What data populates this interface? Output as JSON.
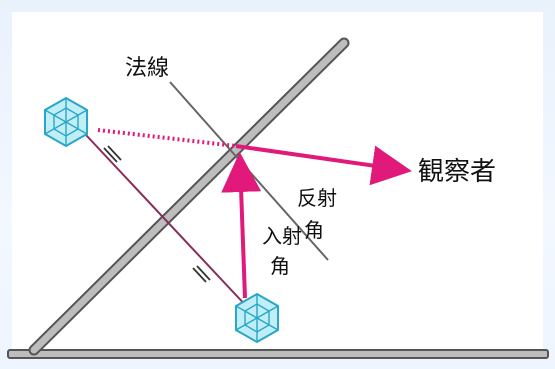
{
  "labels": {
    "normal": "法線",
    "reflection_angle_line1": "反射",
    "reflection_angle_line2": "角",
    "incidence_angle_line1": "入射",
    "incidence_angle_line2": "角",
    "observer": "観察者"
  },
  "colors": {
    "ray": "#e0197a",
    "mirror_fill": "#bdbdbd",
    "mirror_edge": "#555555",
    "normal_line": "#666666",
    "object_fill": "#bfeef6",
    "object_edge": "#2aa6c9",
    "background": "#eaf2fb"
  }
}
